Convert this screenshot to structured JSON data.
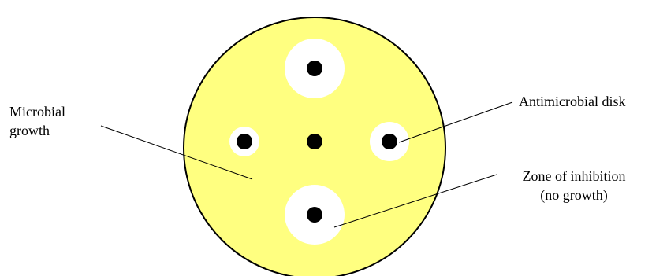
{
  "labels": {
    "microbial_growth_line1": "Microbial",
    "microbial_growth_line2": "growth",
    "antimicrobial_disk": "Antimicrobial disk",
    "zone_of_inhibition_line1": "Zone of inhibition",
    "zone_of_inhibition_line2": "(no growth)"
  },
  "colors": {
    "plate_fill": "#ffff80",
    "plate_outline": "#000000",
    "zone_fill": "#ffffff",
    "disk_fill": "#000000",
    "leader_line": "#000000"
  }
}
